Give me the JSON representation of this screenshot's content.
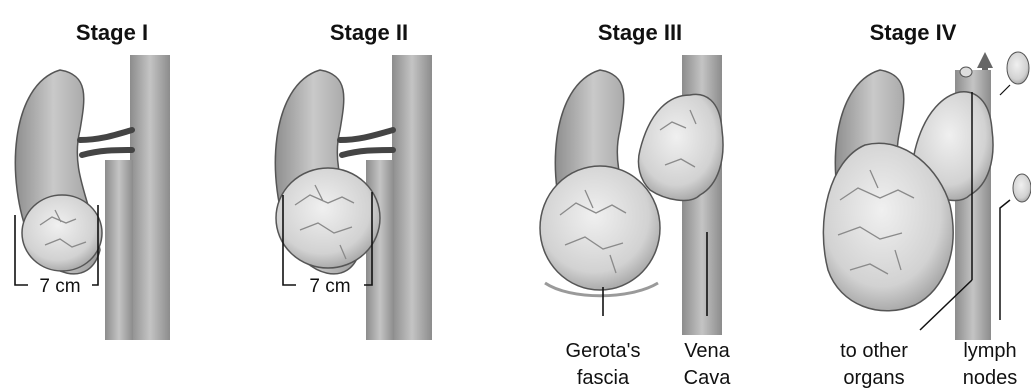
{
  "stages": [
    {
      "title": "Stage I",
      "measure": "7 cm"
    },
    {
      "title": "Stage II",
      "measure": "7 cm"
    },
    {
      "title": "Stage III"
    },
    {
      "title": "Stage IV"
    }
  ],
  "callouts": {
    "gerotas_fascia": [
      "Gerota's",
      "fascia"
    ],
    "vena_cava": [
      "Vena",
      "Cava"
    ],
    "to_other_organs": [
      "to other",
      "organs"
    ],
    "lymph_nodes": [
      "lymph",
      "nodes"
    ]
  },
  "colors": {
    "kidney": "#bdbdbd",
    "vessel": "#b0b0b0",
    "tumor": "#dcdcdc",
    "outline": "#333333"
  }
}
